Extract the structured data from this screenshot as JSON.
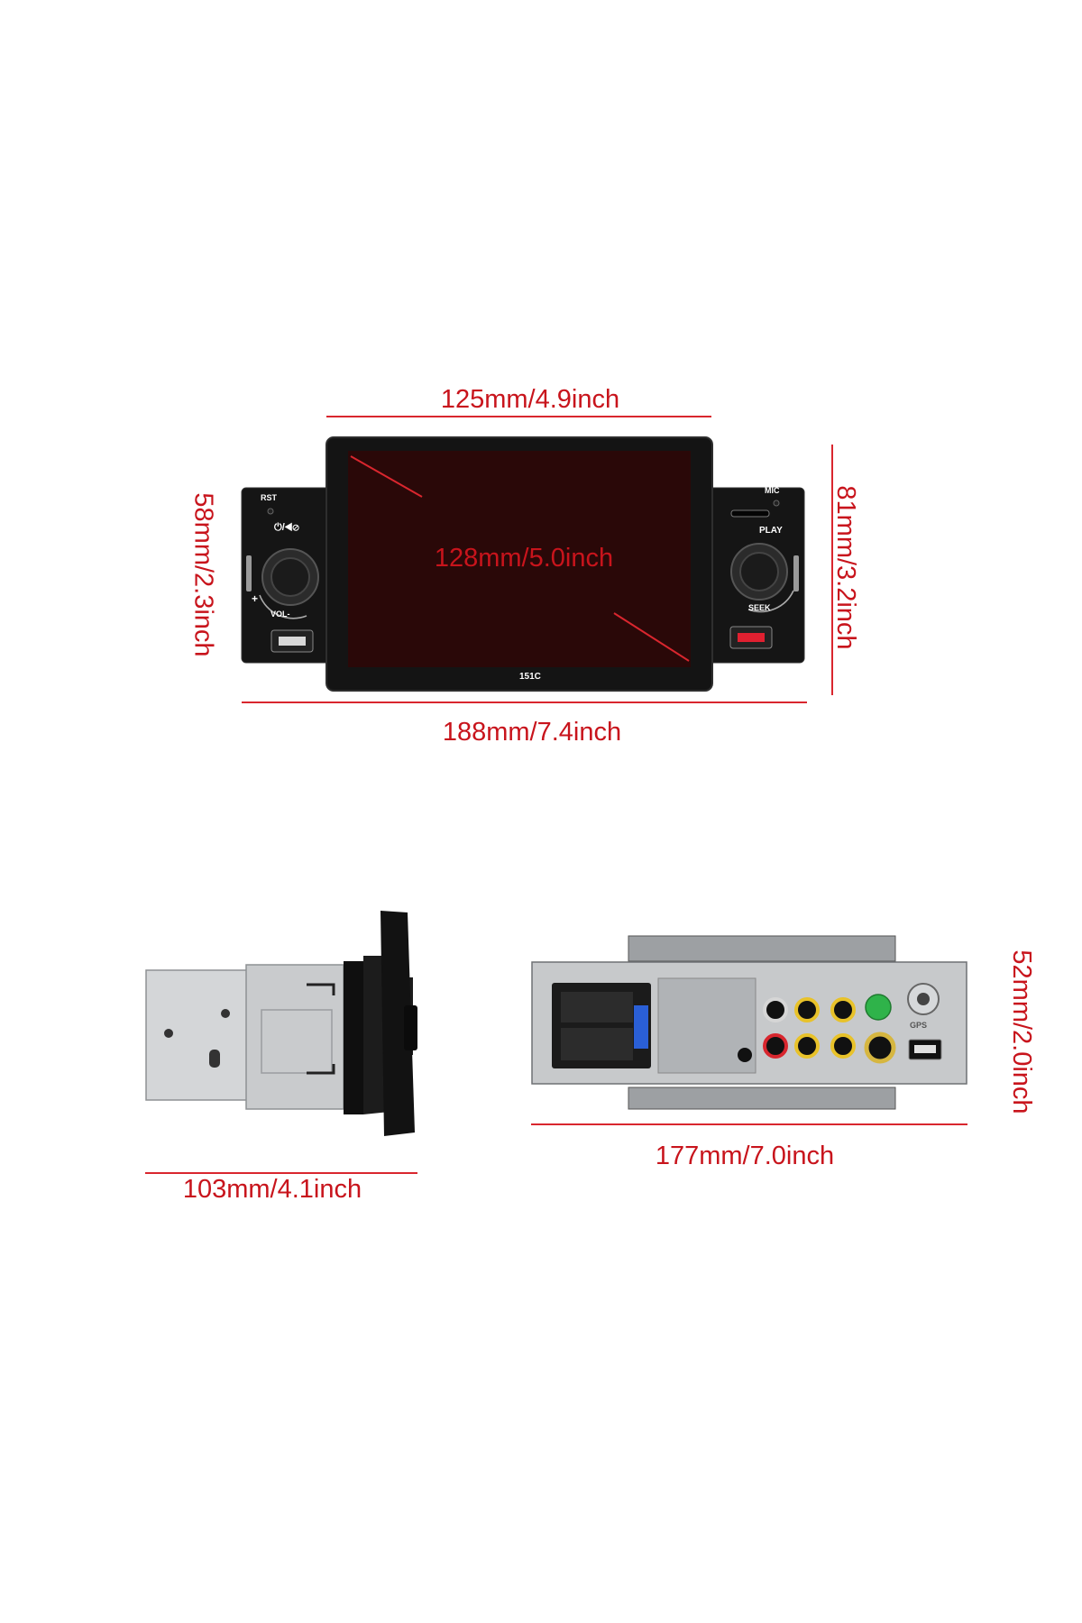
{
  "dimensions": {
    "front_top_width": "125mm/4.9inch",
    "screen_diagonal": "128mm/5.0inch",
    "front_left_height": "58mm/2.3inch",
    "front_right_height": "81mm/3.2inch",
    "front_bottom_width": "188mm/7.4inch",
    "side_depth": "103mm/4.1inch",
    "back_width": "177mm/7.0inch",
    "back_height": "52mm/2.0inch"
  },
  "device_labels": {
    "rst": "RST",
    "power_mute": "⏻/◀⊘",
    "vol": "VOL-",
    "plus": "+",
    "mic": "MIC",
    "play": "PLAY",
    "seek": "SEEK",
    "model": "151C",
    "gps": "GPS"
  },
  "colors": {
    "dimension_red": "#c8141c",
    "device_black": "#141414",
    "screen_red": "#2a0808",
    "chassis_gray": "#bfc2c4",
    "usb_red": "#e02030"
  }
}
